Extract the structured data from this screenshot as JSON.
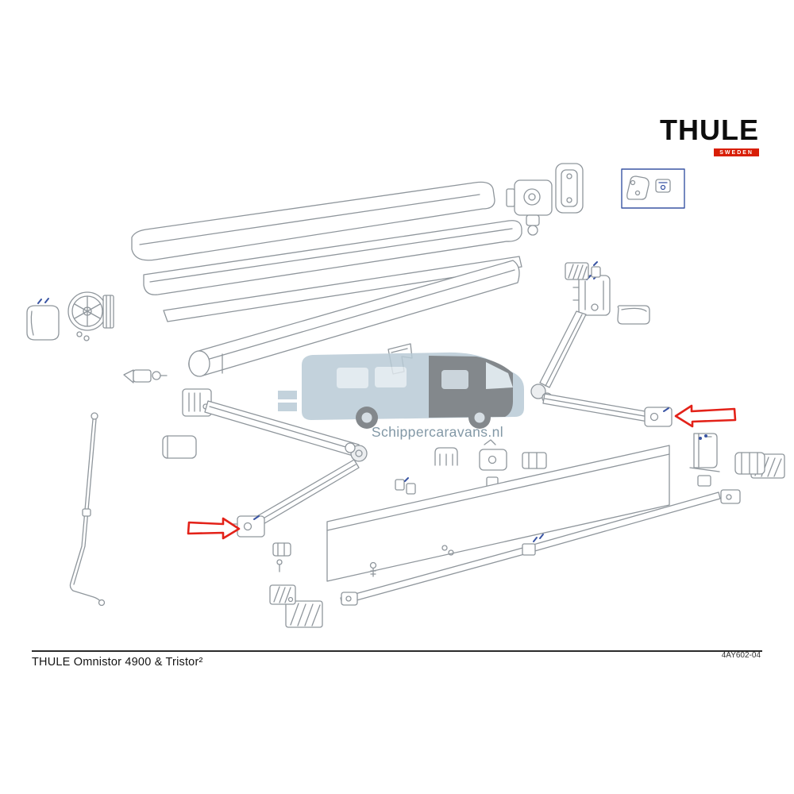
{
  "brand": {
    "wordmark": "THULE",
    "subtext": "SWEDEN",
    "accent_color": "#d81e05"
  },
  "watermark": {
    "text": "Schippercaravans.nl",
    "body_color": "#b9cbd6",
    "shadow_color": "#6e7478",
    "text_color": "#8298a6"
  },
  "footer": {
    "title": "THULE Omnistor 4900 & Tristor²",
    "document_number": "4AY602-04"
  },
  "diagram": {
    "line_color": "#8f969c",
    "accent_blue": "#3a55a4",
    "arrow_color": "#e32219",
    "parts": [
      "cassette-lid-sheets",
      "fabric-roller",
      "motor-assembly",
      "motor-bracket-plate",
      "hardware-kit-box",
      "left-end-cap",
      "gear-hub",
      "crank-rod",
      "roller-connector",
      "cover-box-left",
      "left-arm",
      "right-arm",
      "arm-cap",
      "ribbed-block-top",
      "center-clips",
      "fabric-panel",
      "fabric-flap",
      "lead-rail",
      "rail-end-left",
      "rail-end-right",
      "wall-bracket-right",
      "clip-below-left-foot",
      "small-screws",
      "ribbed-block-bottom",
      "red-arrow-left",
      "red-arrow-right",
      "watermark-caravan"
    ]
  }
}
